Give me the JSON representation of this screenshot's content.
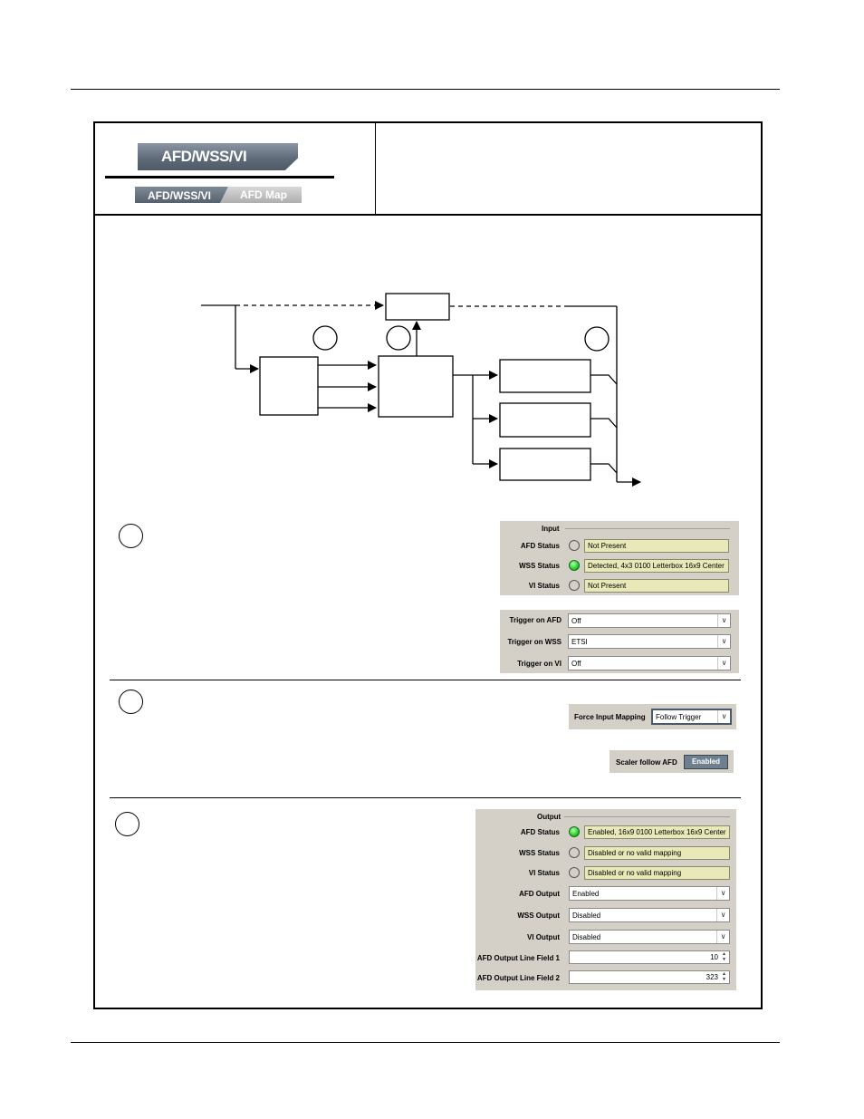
{
  "tabs": {
    "main_tab": "AFD/WSS/VI",
    "sub_tabs": [
      "AFD/WSS/VI",
      "AFD Map"
    ]
  },
  "input_panel": {
    "title": "Input",
    "rows": [
      {
        "label": "AFD Status",
        "led": "off",
        "value": "Not Present"
      },
      {
        "label": "WSS Status",
        "led": "on",
        "value": "Detected, 4x3 0100  Letterbox 16x9 Center"
      },
      {
        "label": "VI Status",
        "led": "off",
        "value": "Not Present"
      }
    ]
  },
  "trigger_panel": {
    "rows": [
      {
        "label": "Trigger on AFD",
        "value": "Off"
      },
      {
        "label": "Trigger on WSS",
        "value": "ETSI"
      },
      {
        "label": "Trigger on VI",
        "value": "Off"
      }
    ]
  },
  "force_input_mapping": {
    "label": "Force Input Mapping",
    "value": "Follow Trigger"
  },
  "scaler_follow_afd": {
    "label": "Scaler follow AFD",
    "value": "Enabled"
  },
  "output_panel": {
    "title": "Output",
    "status_rows": [
      {
        "label": "AFD Status",
        "led": "on",
        "value": "Enabled, 16x9 0100 Letterbox 16x9 Center"
      },
      {
        "label": "WSS Status",
        "led": "off",
        "value": "Disabled or no valid mapping"
      },
      {
        "label": "VI Status",
        "led": "off",
        "value": "Disabled or no valid mapping"
      }
    ],
    "select_rows": [
      {
        "label": "AFD Output",
        "value": "Enabled"
      },
      {
        "label": "WSS Output",
        "value": "Disabled"
      },
      {
        "label": "VI Output",
        "value": "Disabled"
      }
    ],
    "spin_rows": [
      {
        "label": "AFD Output Line Field 1",
        "value": "10"
      },
      {
        "label": "AFD Output Line Field 2",
        "value": "323"
      }
    ]
  },
  "colors": {
    "panel_bg": "#d4d0c8",
    "status_bg": "#e8e8b8",
    "led_on": "#22d022",
    "tab_active": "#5f6b78"
  }
}
